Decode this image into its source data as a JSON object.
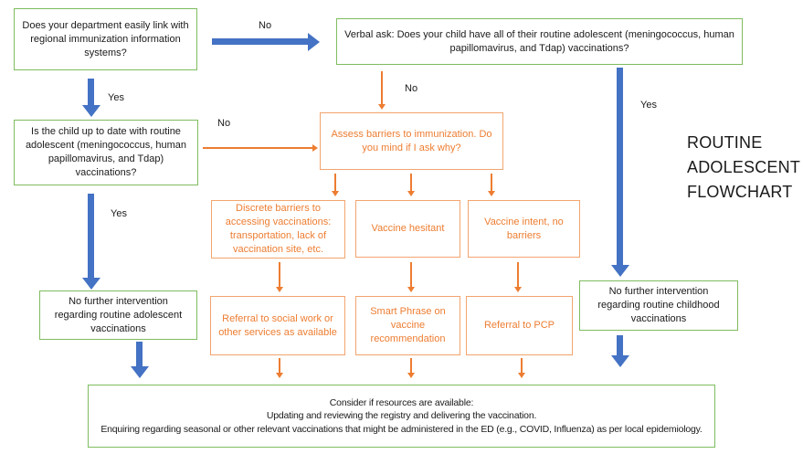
{
  "title": "ROUTINE ADOLESCENT FLOWCHART",
  "colors": {
    "green_border": "#7FBC5F",
    "orange": "#ED7D31",
    "blue_arrow": "#4472C4"
  },
  "boxes": {
    "dept_link": "Does your department easily link with regional immunization information systems?",
    "verbal_ask": "Verbal ask: Does your child have all of their routine adolescent (meningococcus, human papillomavirus, and Tdap) vaccinations?",
    "up_to_date": "Is the child up to date with routine adolescent (meningococcus, human papillomavirus, and Tdap) vaccinations?",
    "assess_barriers": "Assess barriers to immunization.  Do you mind if I ask why?",
    "discrete_barriers": "Discrete barriers to accessing vaccinations:  transportation, lack of vaccination site, etc.",
    "vaccine_hesitant": "Vaccine hesitant",
    "vaccine_intent": "Vaccine intent, no barriers",
    "referral_social_work": "Referral to social work or other services as available",
    "smart_phrase": "Smart Phrase on vaccine recommendation",
    "referral_pcp": "Referral to PCP",
    "no_intervention_adolescent": "No further intervention regarding routine adolescent vaccinations",
    "no_intervention_childhood": "No further intervention regarding routine childhood vaccinations",
    "consider_line1": "Consider if resources are available:",
    "consider_line2": "Updating and reviewing the registry and delivering the vaccination.",
    "consider_line3": "Enquiring regarding seasonal or other relevant vaccinations that might be administered in the ED (e.g., COVID, Influenza) as per local epidemiology."
  },
  "labels": {
    "no_dept_to_verbal": "No",
    "yes_dept_down": "Yes",
    "no_verbal_down": "No",
    "yes_verbal_down": "Yes",
    "no_uptodate_right": "No",
    "yes_uptodate_down": "Yes"
  }
}
